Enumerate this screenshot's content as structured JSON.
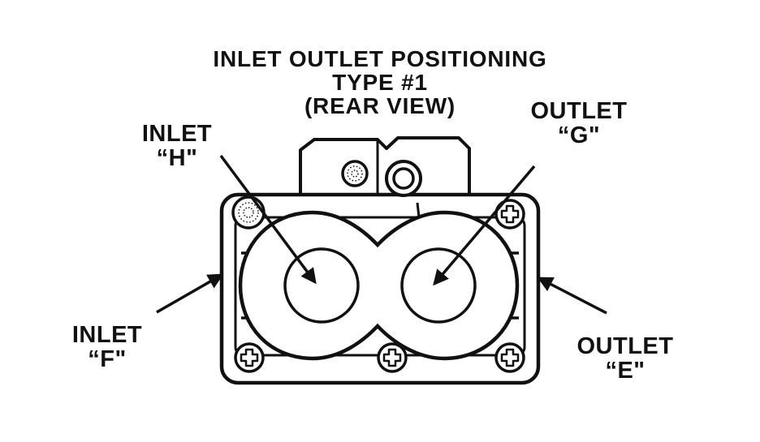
{
  "title": {
    "line1": "INLET  OUTLET  POSITIONING",
    "line2": "TYPE #1",
    "line3": "(REAR VIEW)"
  },
  "labels": {
    "inlet_h": {
      "name": "INLET",
      "letter": "“H\""
    },
    "outlet_g": {
      "name": "OUTLET",
      "letter": "“G\""
    },
    "inlet_f": {
      "name": "INLET",
      "letter": "“F\""
    },
    "outlet_e": {
      "name": "OUTLET",
      "letter": "“E\""
    }
  },
  "colors": {
    "ink": "#111111",
    "paper": "#ffffff",
    "fill": "#ffffff"
  },
  "icons": [
    "phillips-screw-icon",
    "plugged-port-icon",
    "fitting-ring-icon",
    "arrow-icon"
  ]
}
